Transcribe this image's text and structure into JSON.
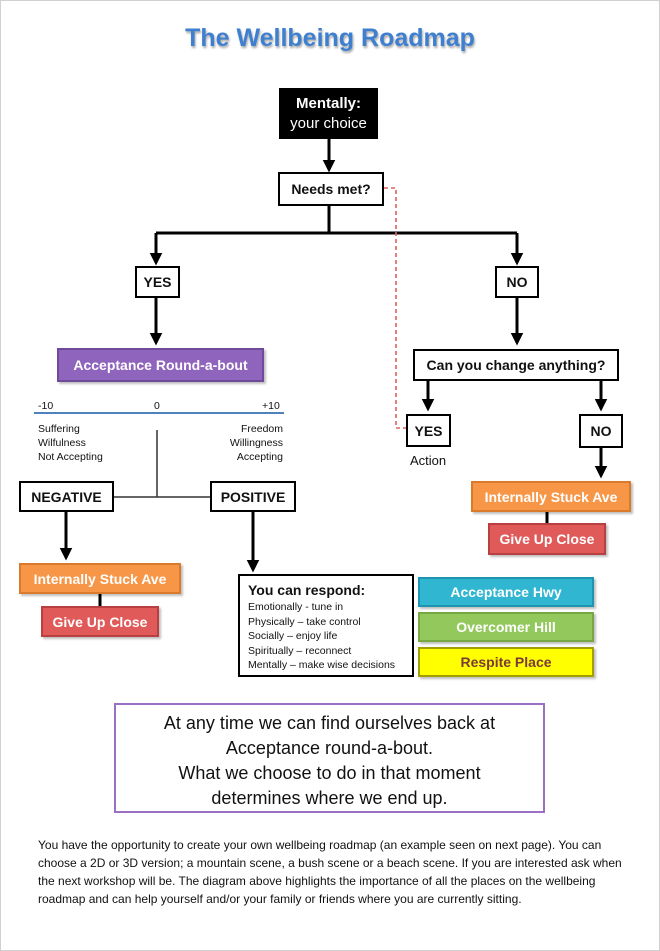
{
  "title": "The Wellbeing Roadmap",
  "colors": {
    "title": "#3f7fd0",
    "acceptance_roundabout": "#8f64bd",
    "stuck_ave": "#f79646",
    "give_up_close": "#e05a5a",
    "acceptance_hwy": "#31b6d2",
    "overcomer_hill": "#93c85c",
    "respite_place": "#ffff00",
    "scale_line": "#4f81bd",
    "message_border": "#9b6fc4",
    "dashed_link": "#e06060"
  },
  "nodes": {
    "mentally_line1": "Mentally:",
    "mentally_line2": "your choice",
    "needs_met": "Needs met?",
    "yes_left": "YES",
    "no_right": "NO",
    "acceptance_roundabout": "Acceptance Round-a-bout",
    "can_change": "Can you change anything?",
    "yes_change": "YES",
    "no_change": "NO",
    "action": "Action",
    "stuck_right": "Internally Stuck Ave",
    "give_up_right": "Give Up Close",
    "negative": "NEGATIVE",
    "positive": "POSITIVE",
    "stuck_left": "Internally Stuck Ave",
    "give_up_left": "Give Up Close",
    "acceptance_hwy": "Acceptance Hwy",
    "overcomer_hill": "Overcomer Hill",
    "respite_place": "Respite Place"
  },
  "scale": {
    "min": "-10",
    "mid": "0",
    "max": "+10",
    "left_labels": [
      "Suffering",
      "Wilfulness",
      "Not Accepting"
    ],
    "right_labels": [
      "Freedom",
      "Willingness",
      "Accepting"
    ]
  },
  "respond": {
    "heading": "You can respond:",
    "items": [
      "Emotionally - tune in",
      "Physically – take control",
      "Socially – enjoy life",
      "Spiritually – reconnect",
      "Mentally – make wise decisions"
    ]
  },
  "message": [
    "At any time we can find ourselves back at",
    "Acceptance round-a-bout.",
    "What we choose to do in that moment",
    "determines where we end up."
  ],
  "footer": "You have the opportunity to create your own wellbeing roadmap (an example seen on next page). You can choose a 2D or 3D version; a mountain scene, a bush scene or a beach scene. If you are interested ask when the next workshop will be. The diagram above highlights the importance of all the places on the wellbeing roadmap and can help yourself and/or your family or friends where you are currently sitting."
}
